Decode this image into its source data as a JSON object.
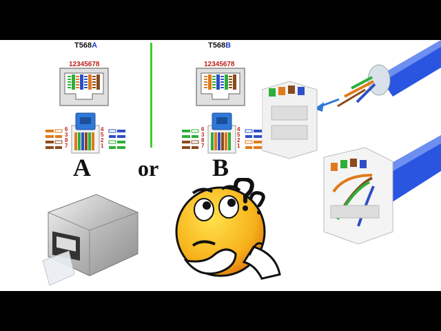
{
  "left": {
    "standard_prefix": "T568",
    "standard_letter": "A",
    "pin_numbers": "12345678",
    "pair_left_numbers": "6 3 8 7",
    "pair_right_numbers": "4 5 2 1",
    "big_letter": "A"
  },
  "middle": {
    "word": "or"
  },
  "right": {
    "standard_prefix": "T568",
    "standard_letter": "B",
    "pin_numbers": "12345678",
    "pair_left_numbers": "6 3 8 7",
    "pair_right_numbers": "4 5 2 1",
    "big_letter": "B"
  },
  "colors": {
    "divider": "#3ccc2a",
    "standard_letter": "#1f3fbf",
    "pin_numbers": "#c0201a",
    "cable": "#2a55e0",
    "keystone_module": "#2f78d8",
    "emoji_face": "#f7b21a"
  },
  "icons": [
    "rj45-socket-icon",
    "keystone-jack-icon",
    "shielded-keystone-icon",
    "thinking-emoji-icon",
    "question-mark-icon",
    "ethernet-cable-icon",
    "punchdown-module-icon"
  ]
}
